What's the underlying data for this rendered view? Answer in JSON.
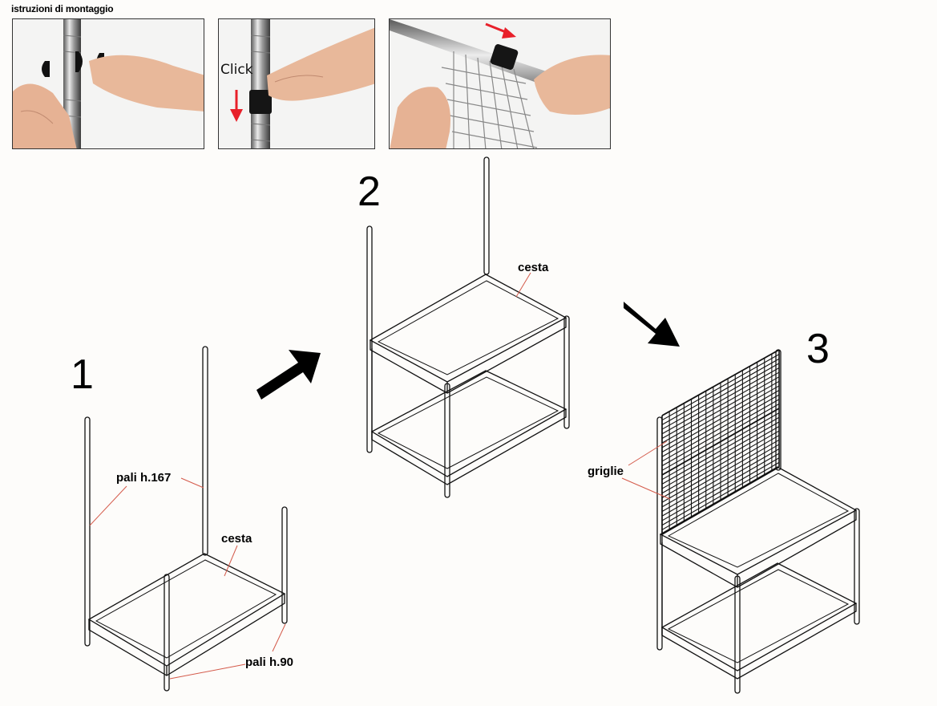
{
  "header": {
    "title": "istruzioni di montaggio"
  },
  "photos": [
    {
      "icon": "clip-on-pole-photo"
    },
    {
      "icon": "clip-click-photo",
      "caption": "Click"
    },
    {
      "icon": "basket-insert-photo"
    }
  ],
  "steps": [
    {
      "number": "1"
    },
    {
      "number": "2"
    },
    {
      "number": "3"
    }
  ],
  "labels": {
    "pali_167": "pali h.167",
    "cesta_1": "cesta",
    "pali_90": "pali h.90",
    "cesta_2": "cesta",
    "griglie": "griglie"
  },
  "colors": {
    "leader_line": "#d45a4a",
    "arrow_red": "#e8202a",
    "line": "#111111"
  }
}
